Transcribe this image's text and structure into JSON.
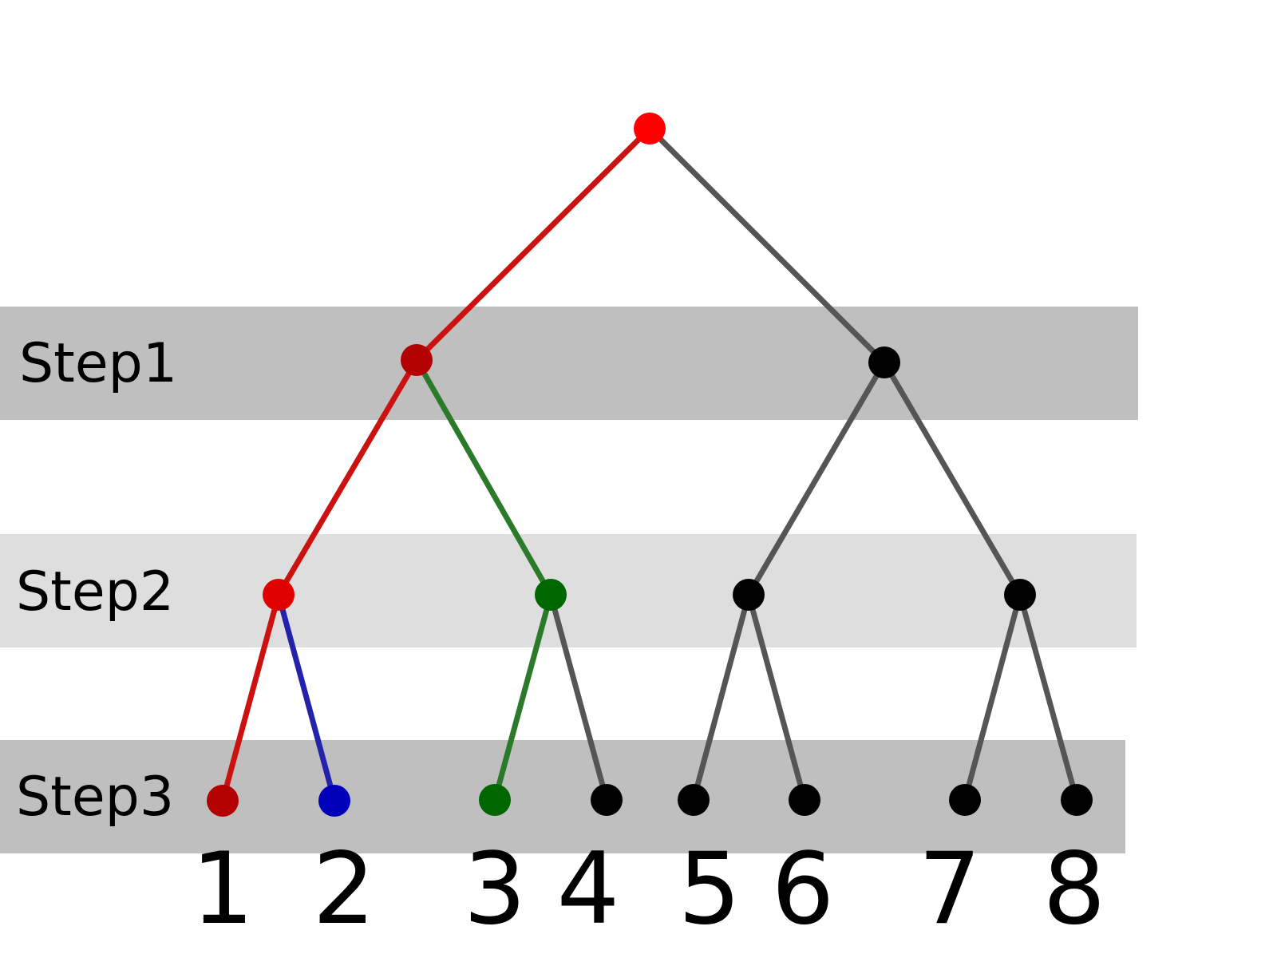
{
  "steps": [
    {
      "label": "Step1",
      "band_color": "#bfbfbf"
    },
    {
      "label": "Step2",
      "band_color": "#dedede"
    },
    {
      "label": "Step3",
      "band_color": "#bfbfbf"
    }
  ],
  "leaves": [
    "1",
    "2",
    "3",
    "4",
    "5",
    "6",
    "7",
    "8"
  ],
  "colors": {
    "root": "#ff0000",
    "red_dark": "#b30000",
    "red": "#e00000",
    "green": "#006600",
    "blue": "#0000bb",
    "black": "#000000",
    "edge_red": "#cc1111",
    "edge_red_dark": "#8b1a1a",
    "edge_green": "#2a7a2a",
    "edge_blue": "#2222aa",
    "edge_gray": "#555555"
  },
  "tree": {
    "root": {
      "color": "root"
    },
    "step1": [
      {
        "color": "red_dark",
        "edge": "edge_red"
      },
      {
        "color": "black",
        "edge": "edge_gray"
      }
    ],
    "step2": [
      {
        "color": "red",
        "edge": "edge_red"
      },
      {
        "color": "green",
        "edge": "edge_green"
      },
      {
        "color": "black",
        "edge": "edge_gray"
      },
      {
        "color": "black",
        "edge": "edge_gray"
      }
    ],
    "step3": [
      {
        "color": "red_dark",
        "edge": "edge_red"
      },
      {
        "color": "blue",
        "edge": "edge_blue"
      },
      {
        "color": "green",
        "edge": "edge_green"
      },
      {
        "color": "black",
        "edge": "edge_gray"
      },
      {
        "color": "black",
        "edge": "edge_gray"
      },
      {
        "color": "black",
        "edge": "edge_gray"
      },
      {
        "color": "black",
        "edge": "edge_gray"
      },
      {
        "color": "black",
        "edge": "edge_gray"
      }
    ]
  }
}
